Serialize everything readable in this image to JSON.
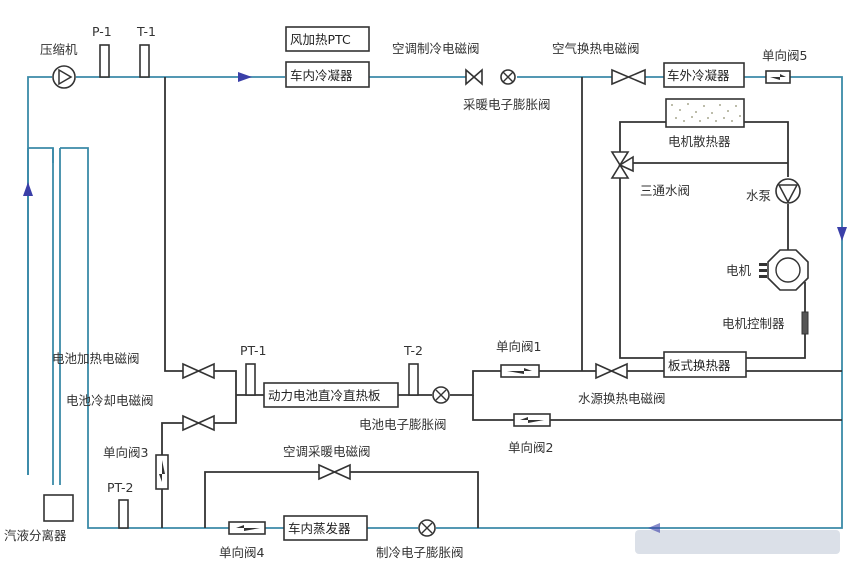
{
  "diagram": {
    "title": "电动汽车热管理系统原理图",
    "colors": {
      "refrigerant_pipe": "#3b8aa8",
      "coolant_pipe": "#333333",
      "flow_arrow": "#3a3fa8"
    },
    "sensors": {
      "p1": "P-1",
      "t1": "T-1",
      "pt1": "PT-1",
      "t2": "T-2",
      "pt2": "PT-2"
    },
    "components": {
      "compressor": "压缩机",
      "ptc": "风加热PTC",
      "inner_condenser": "车内冷凝器",
      "ac_cool_valve": "空调制冷电磁阀",
      "heat_exv": "采暖电子膨胀阀",
      "air_hx_valve": "空气换热电磁阀",
      "outer_condenser": "车外冷凝器",
      "check5": "单向阀5",
      "motor_radiator": "电机散热器",
      "three_way": "三通水阀",
      "pump": "水泵",
      "motor": "电机",
      "motor_controller": "电机控制器",
      "battery_heat_valve": "电池加热电磁阀",
      "battery_cool_valve": "电池冷却电磁阀",
      "battery_plate": "动力电池直冷直热板",
      "battery_exv": "电池电子膨胀阀",
      "check1": "单向阀1",
      "check2": "单向阀2",
      "water_hx_valve": "水源换热电磁阀",
      "plate_hx": "板式换热器",
      "check3": "单向阀3",
      "ac_heat_valve": "空调采暖电磁阀",
      "separator": "汽液分离器",
      "check4": "单向阀4",
      "evaporator": "车内蒸发器",
      "cool_exv": "制冷电子膨胀阀"
    }
  }
}
